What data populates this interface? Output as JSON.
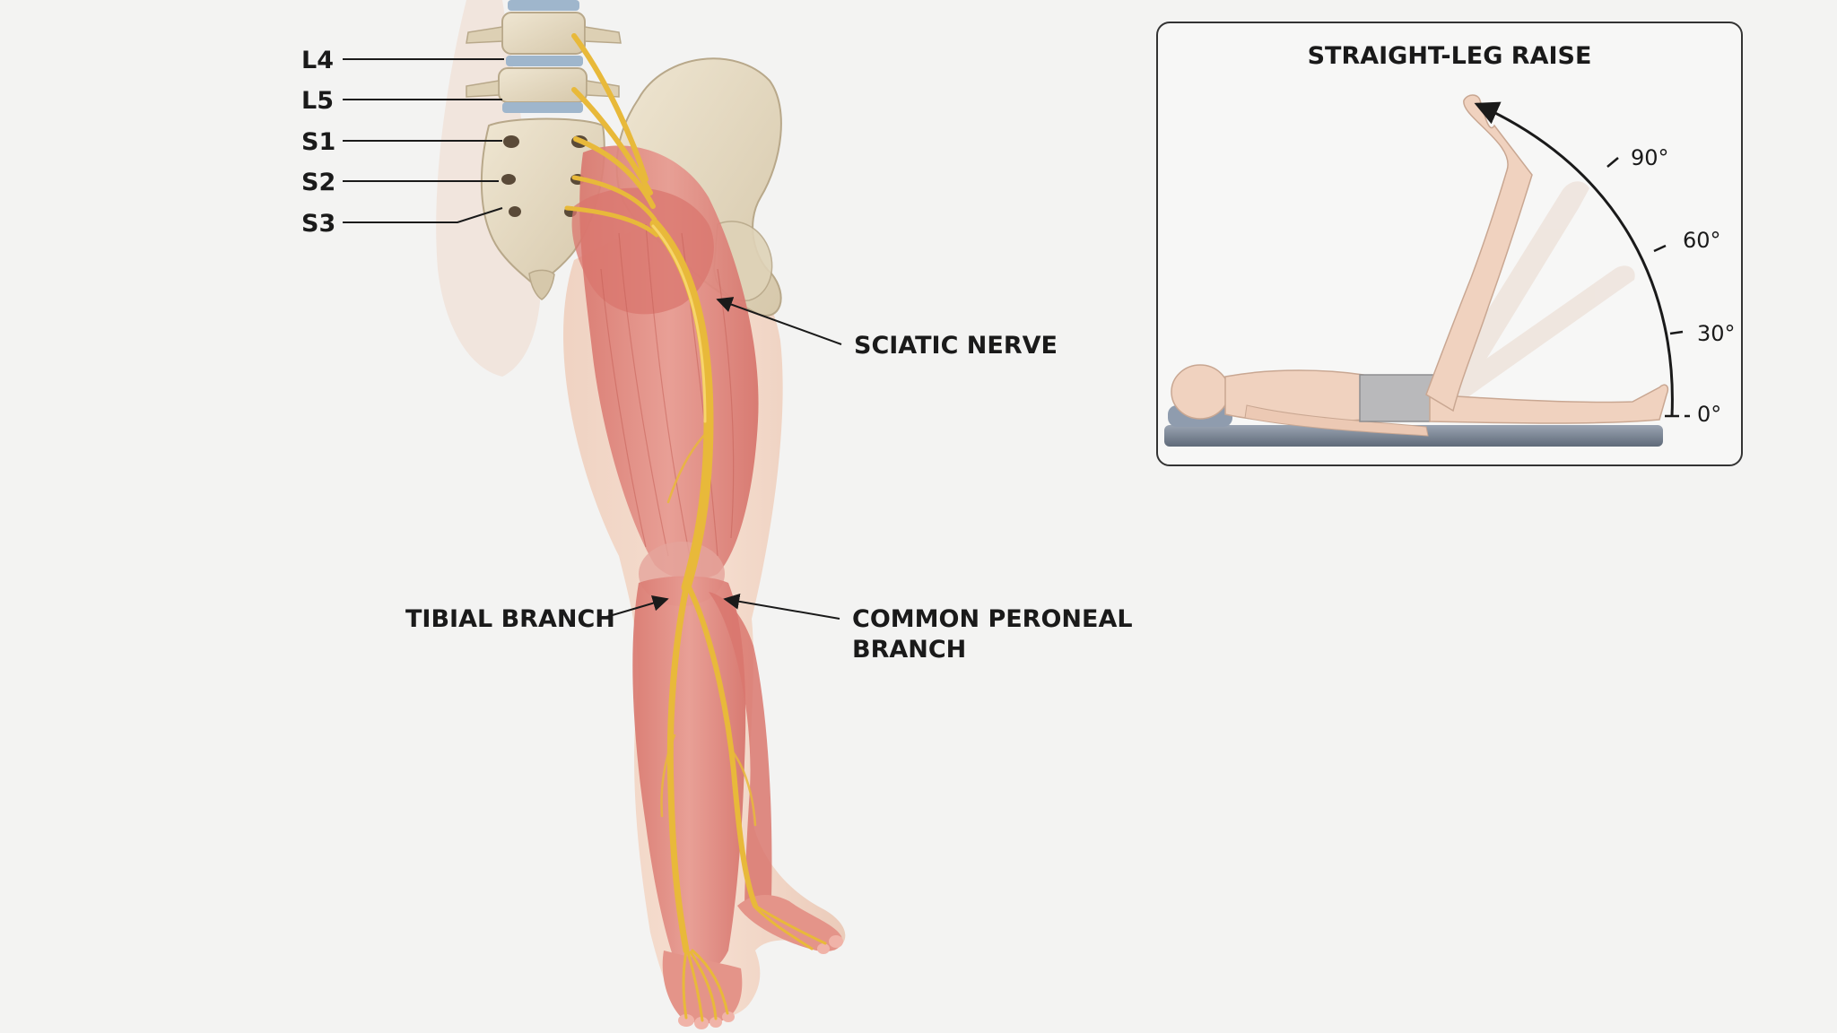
{
  "spine_labels": [
    "L4",
    "L5",
    "S1",
    "S2",
    "S3"
  ],
  "labels": {
    "sciatic": "SCIATIC NERVE",
    "tibial": "TIBIAL BRANCH",
    "peroneal_line1": "COMMON PERONEAL",
    "peroneal_line2": "BRANCH"
  },
  "inset": {
    "title": "STRAIGHT-LEG RAISE",
    "angles": [
      "90°",
      "60°",
      "30°",
      "0°"
    ]
  },
  "colors": {
    "bone": "#e6dcc6",
    "muscle": "#de8a82",
    "nerve": "#e8b93a",
    "disc": "#9fb6cc",
    "background": "#f3f3f2"
  }
}
